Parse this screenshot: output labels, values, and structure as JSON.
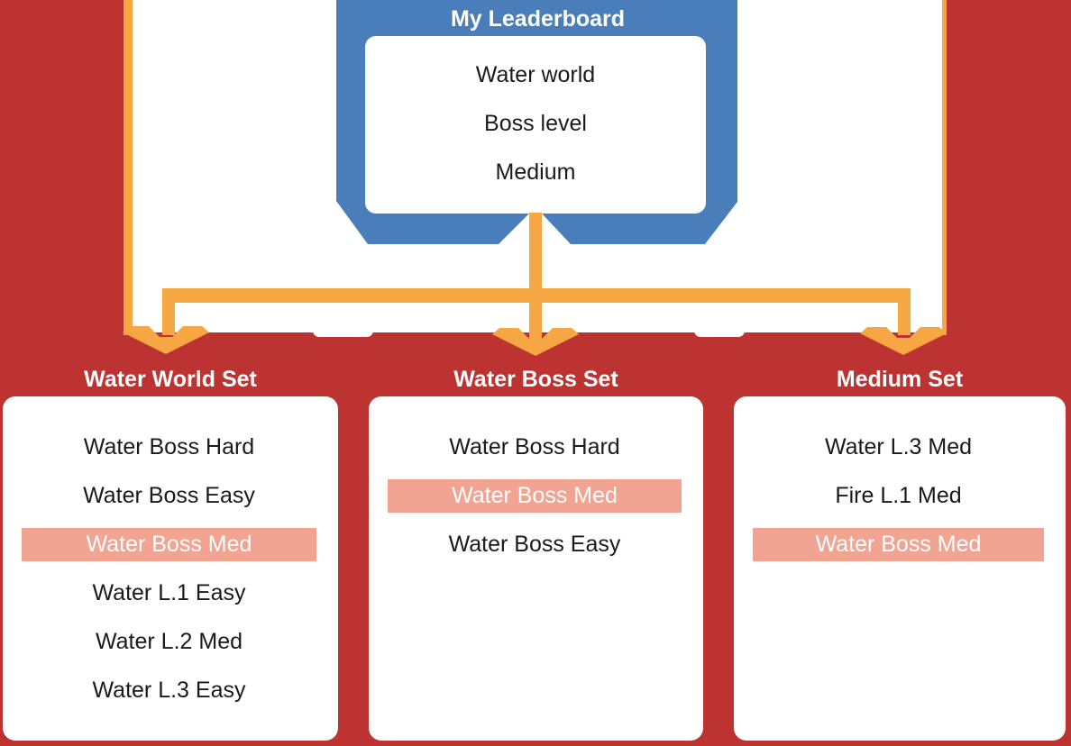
{
  "colors": {
    "background": "#bc3331",
    "banner_blue": "#4a7ebb",
    "connector_orange": "#f6a642",
    "highlight_salmon": "#f1a491",
    "item_text": "#1a1a1a",
    "light_text": "#ffffff"
  },
  "root_box": {
    "title": "My Leaderboard",
    "fields": [
      {
        "label": "Water world"
      },
      {
        "label": "Boss level"
      },
      {
        "label": "Medium"
      }
    ]
  },
  "columns": [
    {
      "header": "Water World Set",
      "items": [
        {
          "label": "Water Boss Hard",
          "highlighted": false
        },
        {
          "label": "Water Boss Easy",
          "highlighted": false
        },
        {
          "label": "Water Boss Med",
          "highlighted": true
        },
        {
          "label": "Water L.1 Easy",
          "highlighted": false
        },
        {
          "label": "Water L.2 Med",
          "highlighted": false
        },
        {
          "label": "Water L.3 Easy",
          "highlighted": false
        }
      ]
    },
    {
      "header": "Water Boss Set",
      "items": [
        {
          "label": "Water Boss Hard",
          "highlighted": false
        },
        {
          "label": "Water Boss Med",
          "highlighted": true
        },
        {
          "label": "Water Boss Easy",
          "highlighted": false
        }
      ]
    },
    {
      "header": "Medium Set",
      "items": [
        {
          "label": "Water L.3 Med",
          "highlighted": false
        },
        {
          "label": "Fire L.1 Med",
          "highlighted": false
        },
        {
          "label": "Water Boss Med",
          "highlighted": true
        }
      ]
    }
  ]
}
